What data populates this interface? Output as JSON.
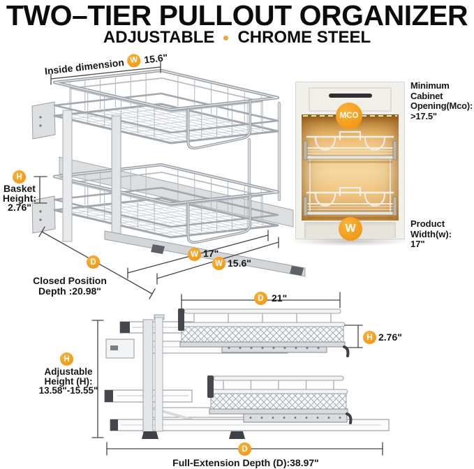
{
  "title": "TWO–TIER PULLOUT ORGANIZER",
  "subtitle": {
    "left": "ADJUSTABLE",
    "right": "CHROME STEEL"
  },
  "colors": {
    "accent_orange": "#F5A01E"
  },
  "badges": {
    "w": "W",
    "h": "H",
    "d": "D",
    "mco": "MCO"
  },
  "closed_view": {
    "inside_dim": {
      "label": "Inside dimension",
      "value": "15.6\""
    },
    "basket_height": {
      "lines": [
        "Basket",
        "Height:",
        "2.76\""
      ]
    },
    "width_outer": "17\"",
    "width_inner": "15.6\"",
    "closed_depth": {
      "lines": [
        "Closed Position",
        "Depth :20.98\""
      ]
    }
  },
  "cabinet": {
    "mco_label": {
      "lines": [
        "Minimum",
        "Cabinet",
        "Opening(Mco):",
        ">17.5\""
      ]
    },
    "product_width": {
      "lines": [
        "Product",
        "Width(w):",
        "17\""
      ]
    }
  },
  "extended_view": {
    "depth_top": "21\"",
    "basket_height": "2.76\"",
    "adjustable_height": {
      "lines": [
        "Adjustable",
        "Height (H):",
        "13.58\"-15.55\""
      ]
    },
    "full_extension": "Full-Extension Depth (D):38.97\""
  }
}
